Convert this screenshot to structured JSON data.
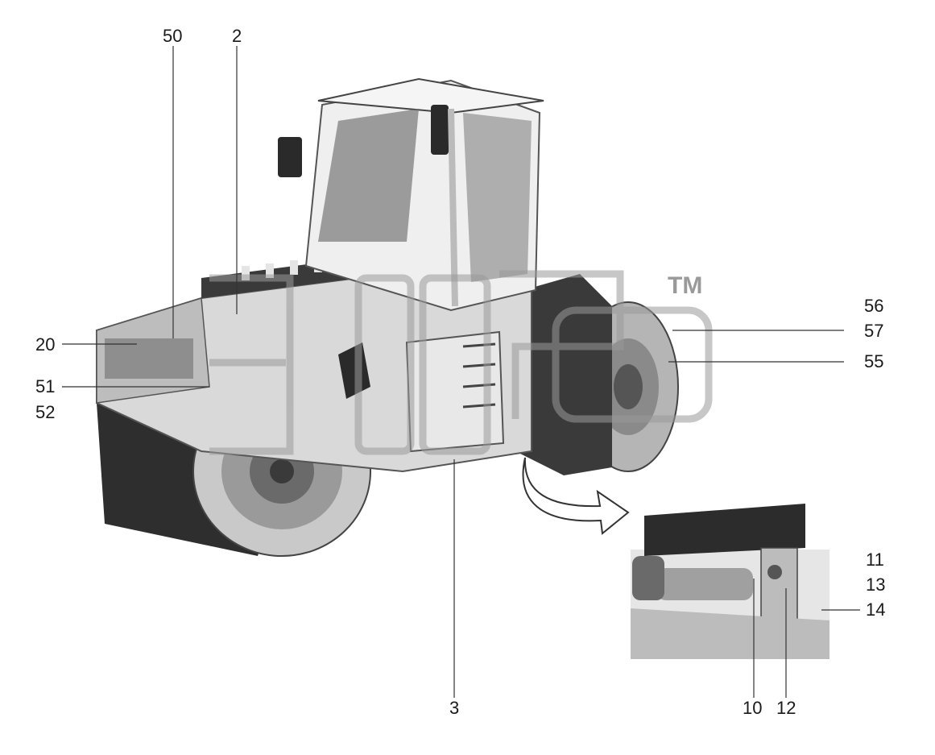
{
  "callouts": {
    "c50": "50",
    "c2": "2",
    "c20": "20",
    "c51": "51",
    "c52": "52",
    "c56": "56",
    "c57": "57",
    "c55": "55",
    "c3": "3",
    "c11": "11",
    "c13": "13",
    "c14": "14",
    "c10": "10",
    "c12": "12"
  },
  "watermark": {
    "tm": "TM"
  },
  "colors": {
    "label": "#1a1a1a",
    "leader": "#333333",
    "machine_light": "#d9d9d9",
    "machine_mid": "#a8a8a8",
    "machine_dark": "#3a3a3a",
    "watermark": "#9a9a9a"
  }
}
